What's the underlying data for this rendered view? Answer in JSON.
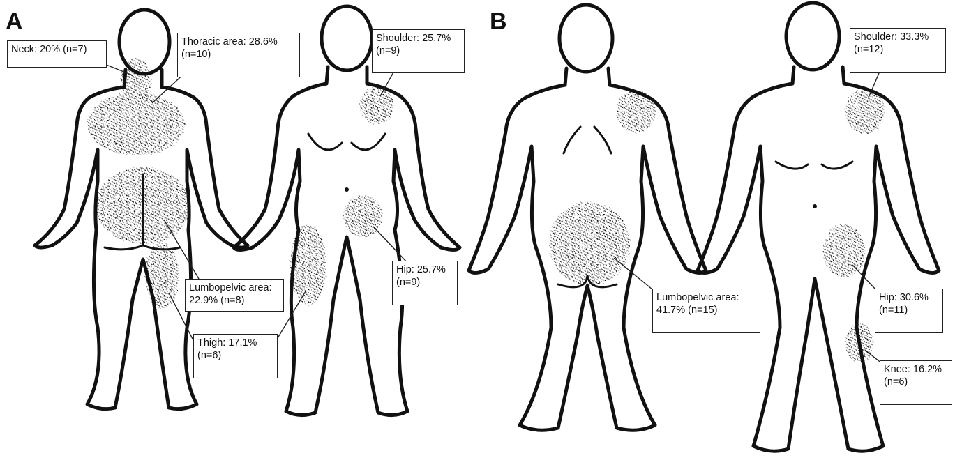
{
  "panels": [
    {
      "letter": "A",
      "labels": {
        "neck": {
          "region": "Neck: 20% (n=7)",
          "count": ""
        },
        "thoracic": {
          "region": "Thoracic area: 28.6%",
          "count": "(n=10)"
        },
        "shoulder": {
          "region": "Shoulder: 25.7%",
          "count": "(n=9)"
        },
        "hip": {
          "region": "Hip: 25.7%",
          "count": "(n=9)"
        },
        "lumbopelvic": {
          "region": "Lumbopelvic area:",
          "count": "22.9% (n=8)"
        },
        "thigh": {
          "region": "Thigh: 17.1%",
          "count": "(n=6)"
        }
      }
    },
    {
      "letter": "B",
      "labels": {
        "shoulder": {
          "region": "Shoulder: 33.3%",
          "count": "(n=12)"
        },
        "lumbopelvic": {
          "region": "Lumbopelvic area:",
          "count": "41.7% (n=15)"
        },
        "hip": {
          "region": "Hip: 30.6%",
          "count": "(n=11)"
        },
        "knee": {
          "region": "Knee: 16.2%",
          "count": "(n=6)"
        }
      }
    }
  ]
}
